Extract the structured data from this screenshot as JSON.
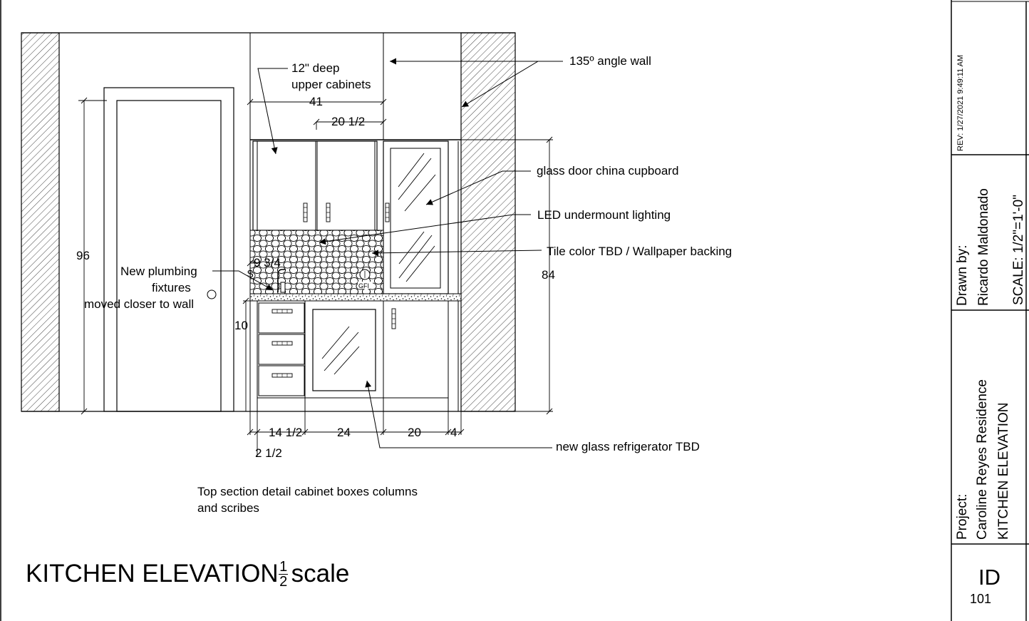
{
  "notes": {
    "angle_wall": "135º angle wall",
    "upper_deep_line1": "12\" deep",
    "upper_deep_line2": "upper cabinets",
    "glass_door": "glass door china cupboard",
    "led": "LED  undermount lighting",
    "tile": "Tile color TBD / Wallpaper backing",
    "plumbing_line1": "New plumbing",
    "plumbing_line2": "fixtures",
    "plumbing_line3": "moved closer to wall",
    "fridge": "new glass refrigerator TBD",
    "section_line1": "Top section detail cabinet boxes columns",
    "section_line2": "and scribes",
    "gfi": "GFI"
  },
  "dimensions": {
    "width_41": "41",
    "width_20_half": "20 1/2",
    "height_96": "96",
    "height_84": "84",
    "offset_9_34": "9 3/4",
    "height_10": "10",
    "bottom_14_half": "14 1/2",
    "bottom_24": "24",
    "bottom_20": "20",
    "bottom_4": "4",
    "bottom_2_half": "2 1/2"
  },
  "drawing_title": {
    "main": "KITCHEN ELEVATION",
    "frac_num": "1",
    "frac_den": "2",
    "suffix": "scale"
  },
  "title_block": {
    "rev": "REV:  1/27/2021 9:49:11 AM",
    "drawn_by_label": "Drawn by:",
    "drawn_by_name": "Ricardo Maldonado",
    "scale": "SCALE: 1/2\"=1'-0\"",
    "project_label": "Project:",
    "project_name": "Caroline Reyes Residence",
    "sheet_title": "KITCHEN ELEVATION",
    "sheet_id": "ID",
    "sheet_number": "101"
  }
}
